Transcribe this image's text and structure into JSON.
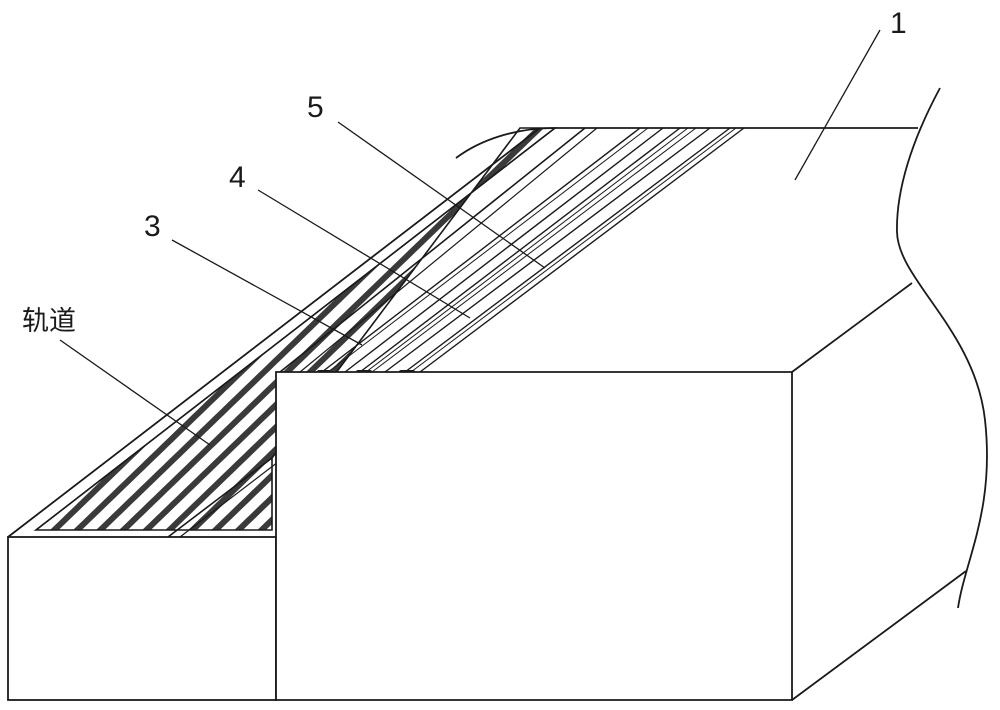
{
  "labels": {
    "part_1": "1",
    "part_3": "3",
    "part_4": "4",
    "part_5": "5",
    "track": "轨道"
  },
  "colors": {
    "line": "#1a1a1a",
    "background": "#ffffff",
    "slat": "#3a3a3a"
  }
}
